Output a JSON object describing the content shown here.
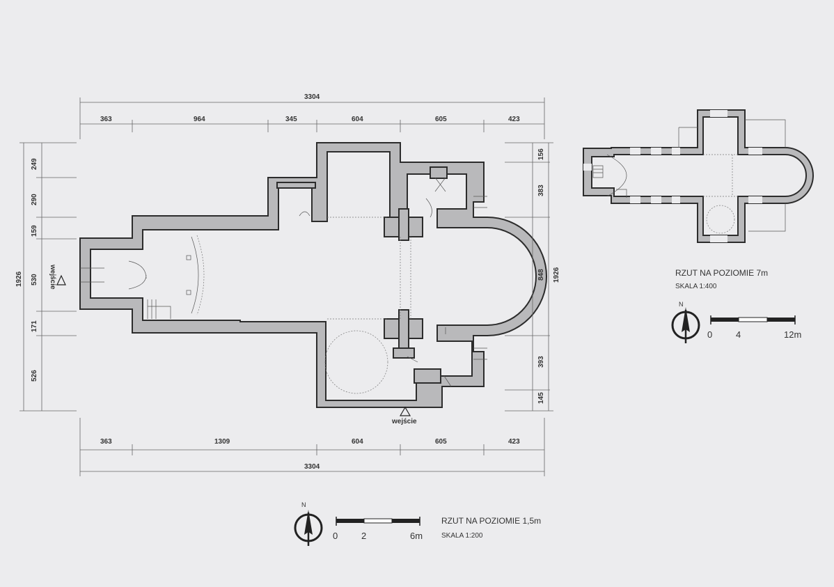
{
  "main_plan": {
    "top_total": "3304",
    "top_segments": [
      "363",
      "964",
      "345",
      "604",
      "605",
      "423"
    ],
    "bottom_total": "3304",
    "bottom_segments": [
      "363",
      "1309",
      "604",
      "605",
      "423"
    ],
    "left_total": "1926",
    "left_segments": [
      "249",
      "290",
      "159",
      "530",
      "171",
      "526"
    ],
    "right_total": "1926",
    "right_segments": [
      "156",
      "383",
      "848",
      "393",
      "145"
    ],
    "entrance_west": "wejście",
    "entrance_south": "wejście",
    "title": "RZUT NA POZIOMIE 1,5m",
    "scale": "SKALA 1:200",
    "scalebar": [
      "0",
      "2",
      "6m"
    ],
    "north": "N"
  },
  "small_plan": {
    "title": "RZUT NA POZIOMIE 7m",
    "scale": "SKALA 1:400",
    "scalebar": [
      "0",
      "4",
      "12m"
    ],
    "north": "N"
  }
}
